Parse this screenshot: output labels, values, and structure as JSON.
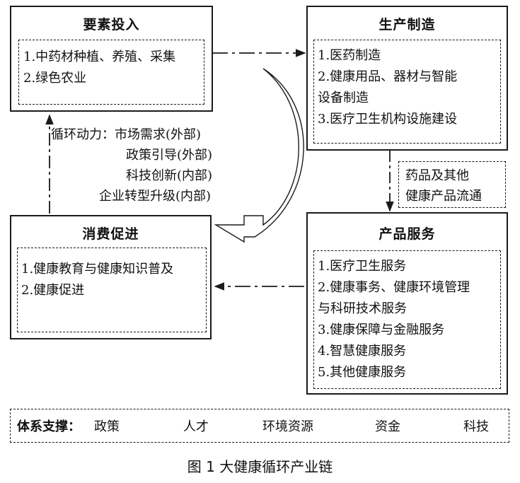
{
  "boxes": {
    "factor_input": {
      "title": "要素投入",
      "items": [
        "1.中药材种植、养殖、采集",
        "2.绿色农业"
      ]
    },
    "production": {
      "title": "生产制造",
      "items": [
        "1.医药制造",
        "2.健康用品、器材与智能",
        "设备制造",
        "3.医疗卫生机构设施建设"
      ]
    },
    "consumption": {
      "title": "消费促进",
      "items": [
        "1.健康教育与健康知识普及",
        "2.健康促进"
      ]
    },
    "service": {
      "title": "产品服务",
      "items": [
        "1.医疗卫生服务",
        "2.健康事务、健康环境管理",
        "与科研技术服务",
        "3.健康保障与金融服务",
        "4.智慧健康服务",
        "5.其他健康服务"
      ]
    }
  },
  "flow_label": [
    "药品及其他",
    "健康产品流通"
  ],
  "cycle": {
    "lines": [
      "循环动力：市场需求(外部)",
      "政策引导(外部)",
      "科技创新(内部)",
      "企业转型升级(内部)"
    ]
  },
  "support": {
    "label": "体系支撑：",
    "items": [
      "政策",
      "人才",
      "环境资源",
      "资金",
      "科技"
    ]
  },
  "caption": "图 1  大健康循环产业链"
}
